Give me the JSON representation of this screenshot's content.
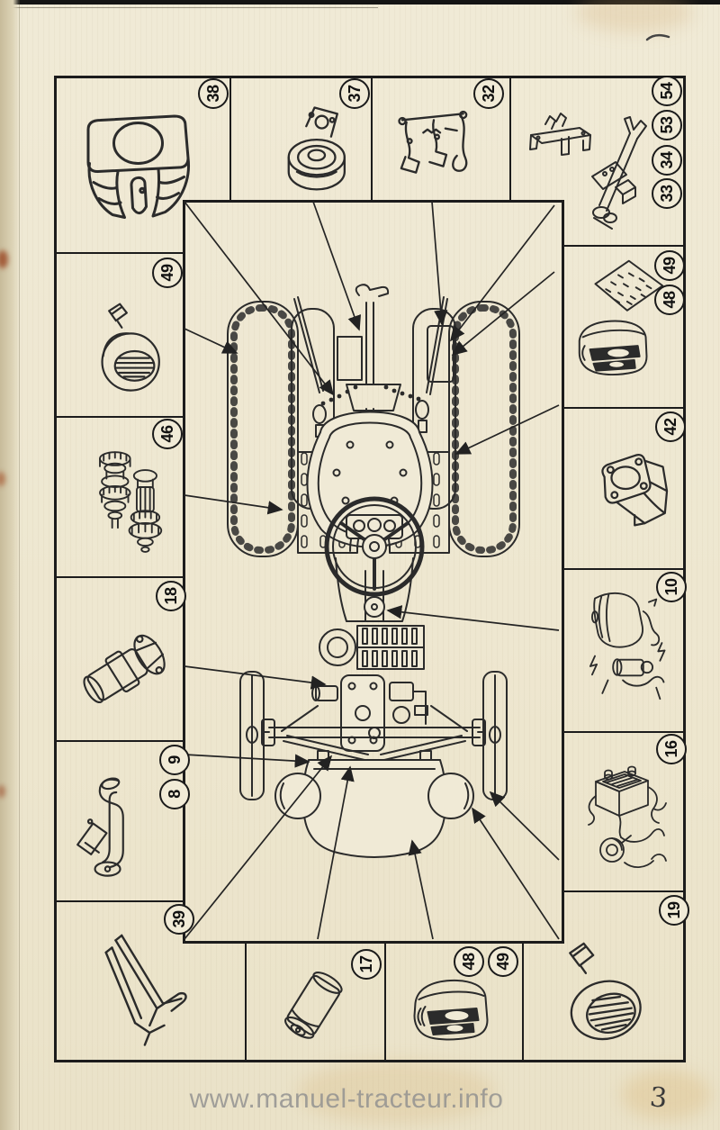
{
  "page": {
    "watermark": "www.manuel-tracteur.info",
    "number": "3"
  },
  "cells": {
    "c38": {
      "label": "38"
    },
    "c37": {
      "label": "37"
    },
    "c32": {
      "label": "32"
    },
    "c54": {
      "labels": [
        "54",
        "53",
        "34",
        "33"
      ]
    },
    "c49_left": {
      "label": "49"
    },
    "c46": {
      "label": "46"
    },
    "c18": {
      "label": "18"
    },
    "c8_9": {
      "labels": [
        "9",
        "8"
      ]
    },
    "c39": {
      "label": "39"
    },
    "c17": {
      "label": "17"
    },
    "c48_49_bottom": {
      "labels": [
        "48",
        "49"
      ]
    },
    "c19": {
      "label": "19"
    },
    "c48_49_right": {
      "labels": [
        "49",
        "48"
      ]
    },
    "c42": {
      "label": "42"
    },
    "c10": {
      "label": "10"
    },
    "c16": {
      "label": "16"
    }
  }
}
